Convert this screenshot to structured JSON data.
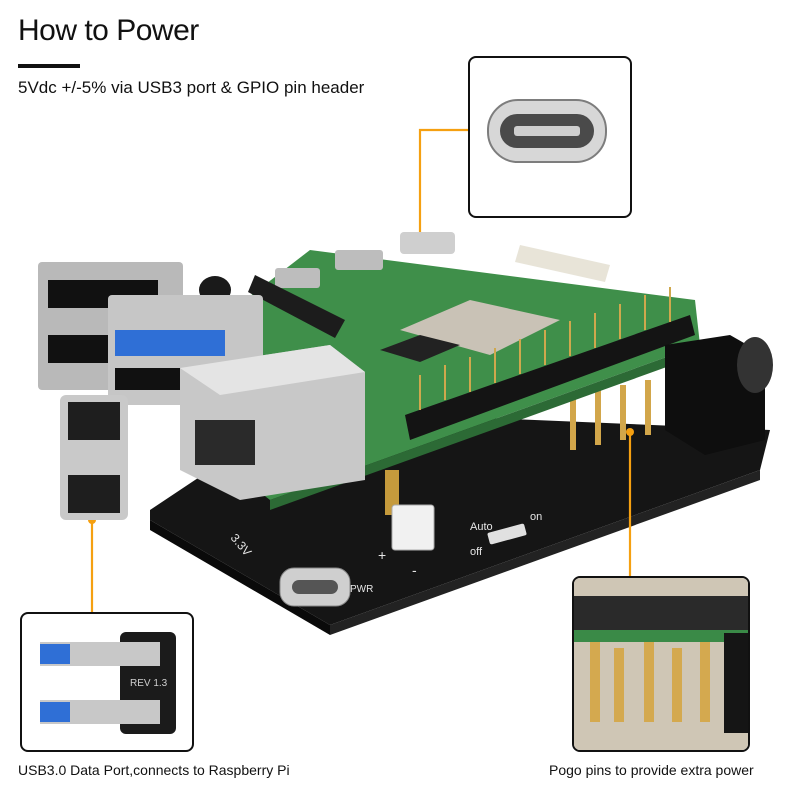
{
  "header": {
    "title": "How to Power",
    "subtitle": "5Vdc +/-5%  via USB3 port & GPIO pin header"
  },
  "callouts": {
    "usb_caption": "USB3.0 Data Port,connects to Raspberry Pi",
    "pogo_caption": "Pogo pins to provide extra power"
  },
  "board_labels": {
    "rev": "REV 1.3",
    "v33": "3.3V",
    "auto": "Auto",
    "on": "on",
    "off": "off",
    "plus": "+",
    "minus": "-",
    "pwr": "PWR"
  },
  "colors": {
    "accent": "#f5a011",
    "pcb_black": "#151515",
    "pcb_green": "#3f8f4a"
  }
}
